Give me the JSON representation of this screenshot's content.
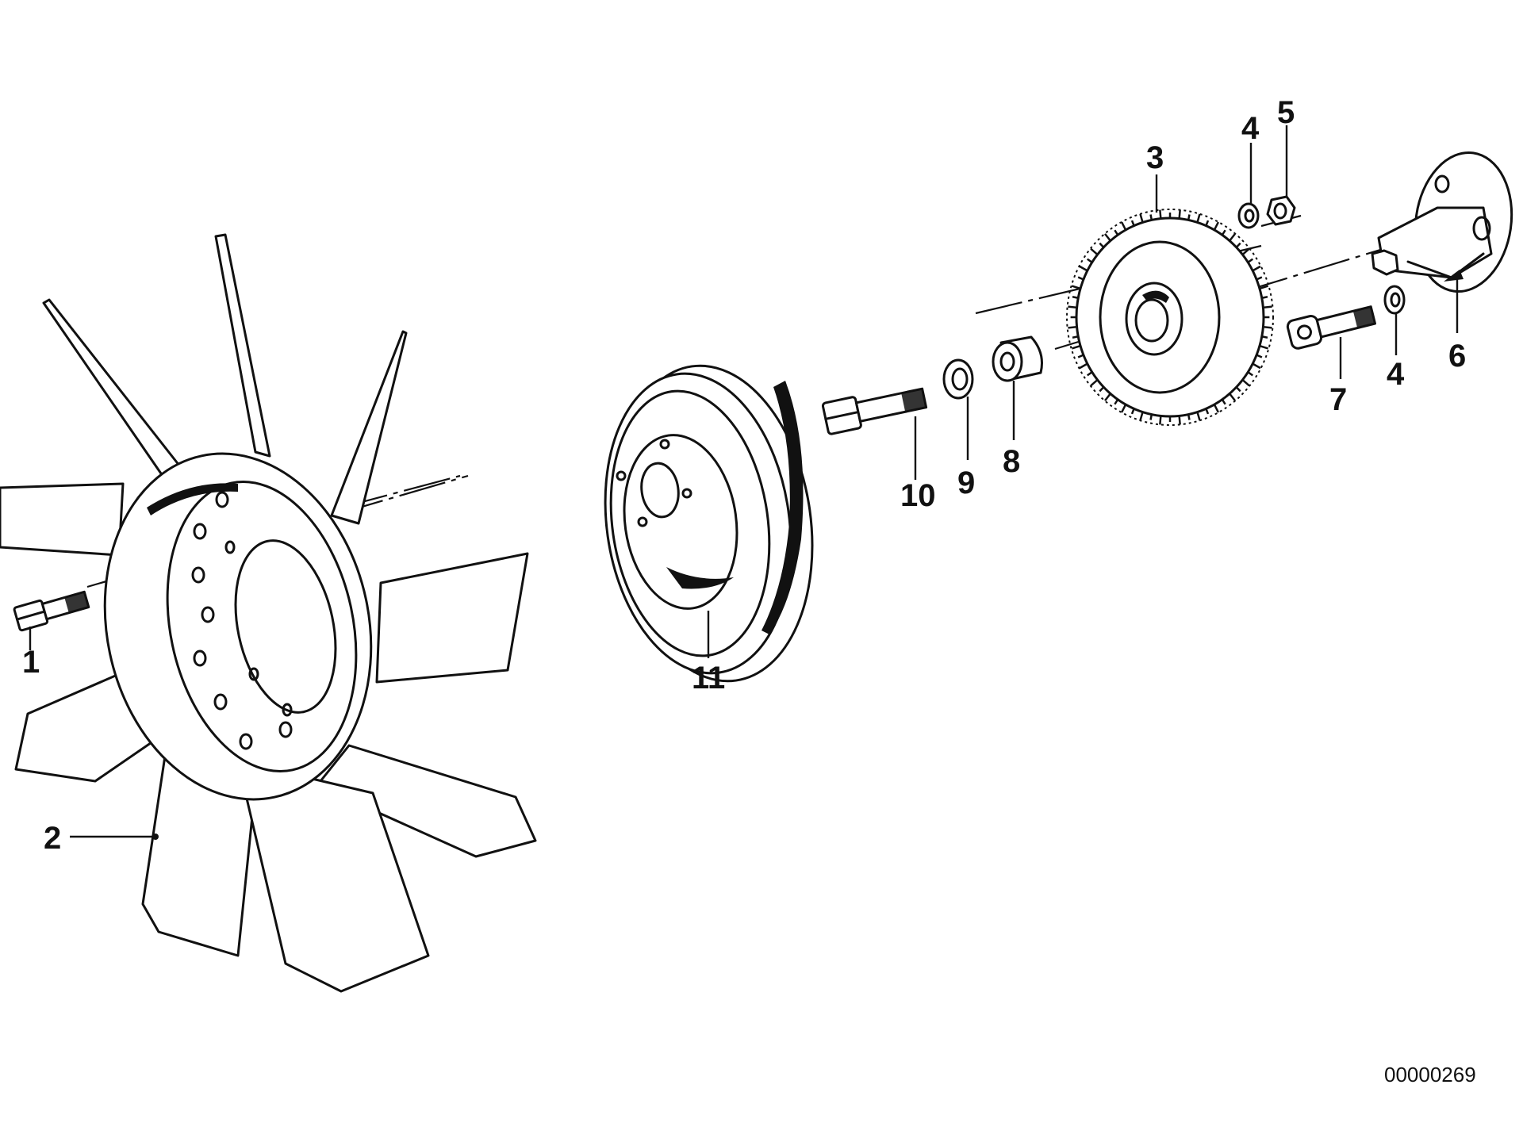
{
  "diagram": {
    "document_number": "00000269",
    "callouts": {
      "c1": "1",
      "c2": "2",
      "c3": "3",
      "c4a": "4",
      "c4b": "4",
      "c5": "5",
      "c6": "6",
      "c7": "7",
      "c8": "8",
      "c9": "9",
      "c10": "10",
      "c11": "11"
    },
    "line_color": "#111111",
    "background": "#ffffff"
  }
}
